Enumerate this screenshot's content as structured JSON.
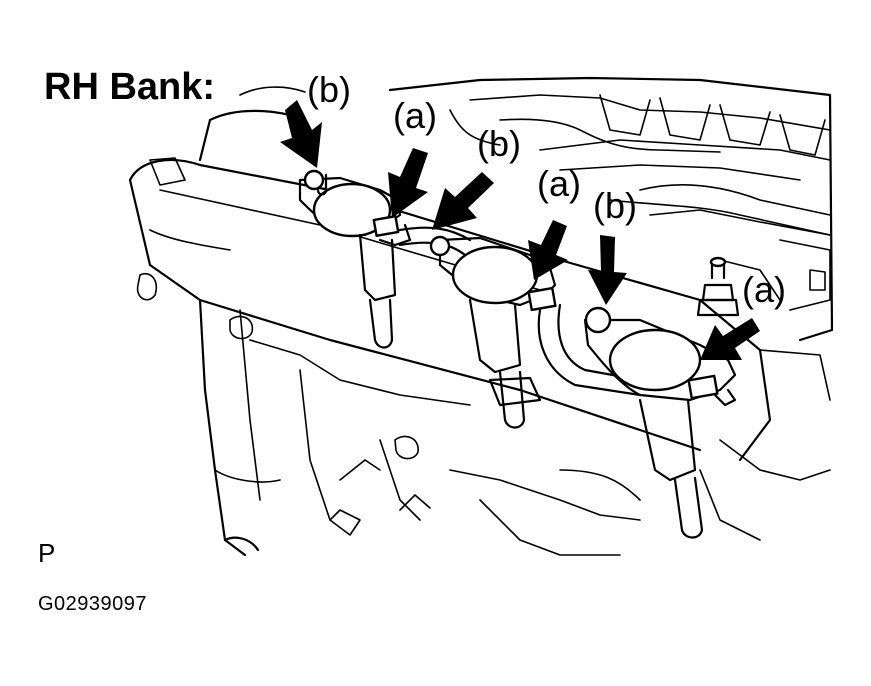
{
  "title": "RH Bank:",
  "view_code": "P",
  "figure_id": "G02939097",
  "callouts": [
    {
      "label": "(b)"
    },
    {
      "label": "(a)"
    },
    {
      "label": "(b)"
    },
    {
      "label": "(a)"
    },
    {
      "label": "(b)"
    },
    {
      "label": "(a)"
    }
  ],
  "colors": {
    "ink": "#000000",
    "paper": "#ffffff"
  }
}
